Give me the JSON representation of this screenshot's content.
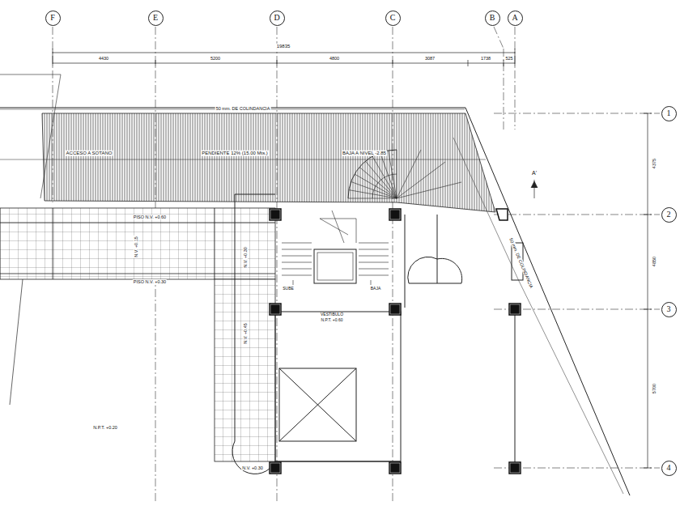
{
  "diagram": {
    "nodes": [
      {
        "text": [
          "F"
        ]
      },
      {
        "text": [
          "E"
        ]
      },
      {
        "text": [
          "D"
        ]
      },
      {
        "text": [
          "C"
        ]
      },
      {
        "text": [
          "B"
        ]
      },
      {
        "text": [
          "A"
        ]
      },
      {
        "text": [
          "1"
        ]
      },
      {
        "text": [
          "2"
        ]
      },
      {
        "text": [
          "3"
        ]
      },
      {
        "text": [
          "4"
        ]
      }
    ],
    "edges": [],
    "labels": [
      "19835",
      "4430",
      "5200",
      "4800",
      "3087",
      "1738",
      "525",
      "50 mm. DE COLINDANCIA",
      "ACCESO A SOTANO",
      "PENDIENTE 12% (15.00 Mts.)",
      "BAJA A NIVEL -2.85",
      "A'",
      "4375",
      "4850",
      "5700",
      "PISO N.V. +0.60",
      "PISO N.V. +0.30",
      "N.V. +0.15",
      "N.V. +0.30",
      "N.V. +0.45",
      "SUBE",
      "BAJA",
      "VESTIBULO",
      "N.P.T. +0.60",
      "N.P.T. +0.20",
      "N.V. +0.30",
      "50 mm. DE COLINDANCIA"
    ]
  }
}
